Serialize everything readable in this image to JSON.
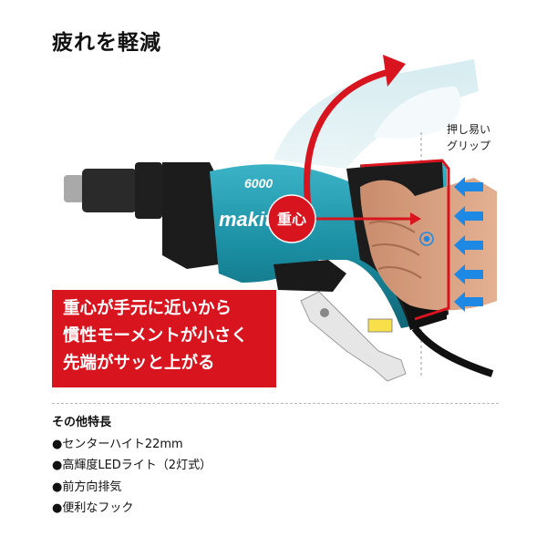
{
  "heading": "疲れを軽減",
  "grip_label": {
    "line1": "押し易い",
    "line2": "グリップ"
  },
  "product": {
    "brand": "makita",
    "badge": "6000"
  },
  "center_of_gravity_label": "重心",
  "claim": {
    "lines": [
      "重心が手元に近いから",
      "慣性モーメントが小さく",
      "先端がサッと上がる"
    ]
  },
  "features": {
    "title": "その他特長",
    "items": [
      "●センターハイト22mm",
      "●高輝度LEDライト（2灯式）",
      "●前方向排気",
      "●便利なフック"
    ]
  },
  "colors": {
    "accent_red": "#d8141e",
    "tool_teal": "#1b8fa3",
    "arrow_blue": "#1e88e5",
    "tool_black": "#1c1c1c"
  },
  "icons": [
    "push-arrow-icon",
    "swing-arrow-icon",
    "target-icon"
  ]
}
